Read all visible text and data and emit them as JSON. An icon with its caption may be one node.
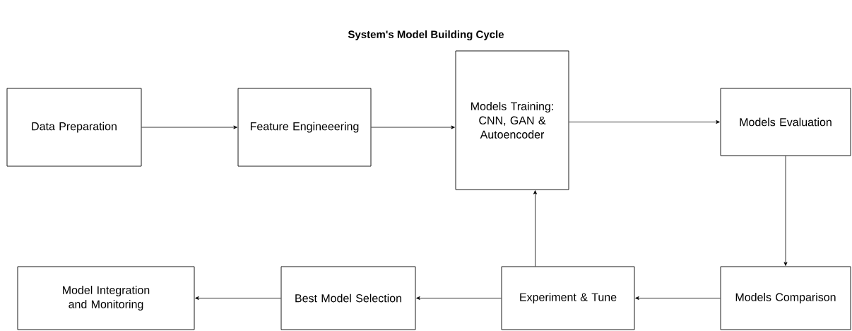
{
  "diagram": {
    "title": "System's Model Building Cycle",
    "nodes": [
      {
        "text": [
          "Data Preparation"
        ]
      },
      {
        "text": [
          "Feature Engineeering"
        ]
      },
      {
        "text": [
          "Models Training: CNN, GAN & Autoencoder"
        ]
      },
      {
        "text": [
          "Models Evaluation"
        ]
      },
      {
        "text": [
          "Models Comparison"
        ]
      },
      {
        "text": [
          "Experiment & Tune"
        ]
      },
      {
        "text": [
          "Best Model Selection"
        ]
      },
      {
        "text": [
          "Model Integration and Monitoring"
        ]
      }
    ],
    "edges": [
      {
        "from": 0,
        "to": 1,
        "arrow": "to"
      },
      {
        "from": 1,
        "to": 2,
        "arrow": "to"
      },
      {
        "from": 2,
        "to": 3,
        "arrow": "to"
      },
      {
        "from": 3,
        "to": 4,
        "arrow": "to"
      },
      {
        "from": 4,
        "to": 5,
        "arrow": "to"
      },
      {
        "from": 5,
        "to": 2,
        "arrow": "to"
      },
      {
        "from": 5,
        "to": 6,
        "arrow": "to"
      },
      {
        "from": 6,
        "to": 7,
        "arrow": "to"
      }
    ]
  }
}
